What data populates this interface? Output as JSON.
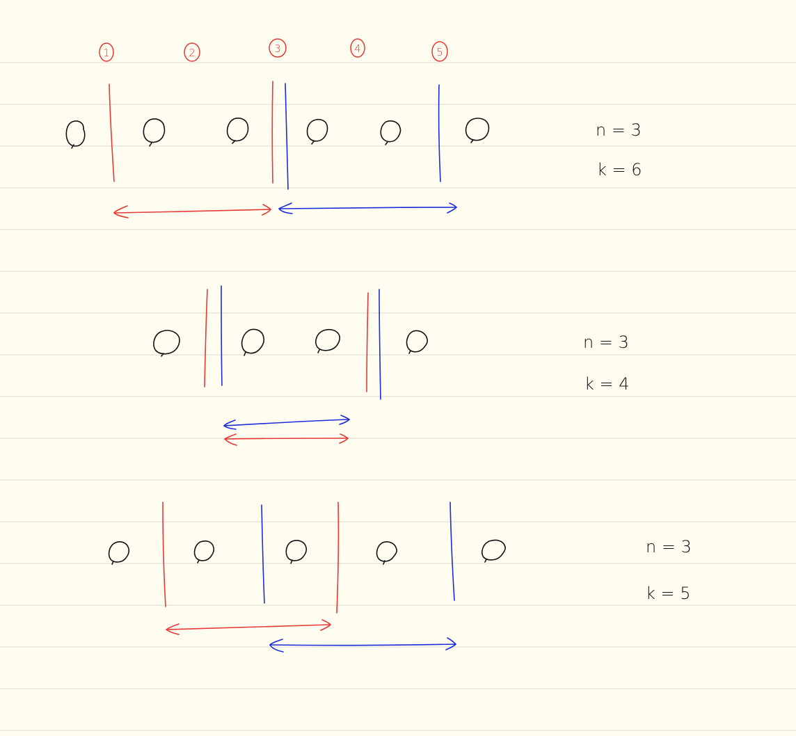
{
  "colors": {
    "paper": "#fffdf0",
    "rule": "#e4e3d8",
    "red": "#e53935",
    "blue": "#1a2bdc",
    "ink": "#111111"
  },
  "column_markers": [
    "1",
    "2",
    "3",
    "4",
    "5"
  ],
  "panels": [
    {
      "n_label": "n = 3",
      "k_label": "k = 6",
      "circle_count": 6,
      "red_lines": 2,
      "blue_lines": 2,
      "arrows": [
        "red",
        "blue"
      ]
    },
    {
      "n_label": "n = 3",
      "k_label": "k = 4",
      "circle_count": 4,
      "red_lines": 2,
      "blue_lines": 2,
      "arrows": [
        "blue",
        "red"
      ]
    },
    {
      "n_label": "n = 3",
      "k_label": "k = 5",
      "circle_count": 5,
      "red_lines": 2,
      "blue_lines": 2,
      "arrows": [
        "red",
        "blue"
      ]
    }
  ]
}
